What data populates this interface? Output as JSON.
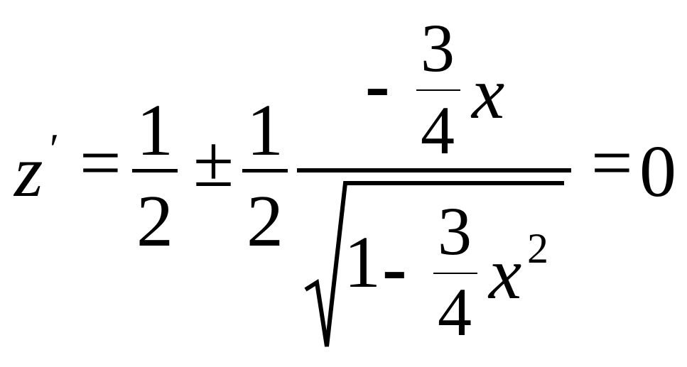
{
  "equation": {
    "lhs_var": "z",
    "prime": "′",
    "equals": "=",
    "half1": {
      "numerator": "1",
      "denominator": "2"
    },
    "plus_minus": "±",
    "half2": {
      "numerator": "1",
      "denominator": "2"
    },
    "big_fraction": {
      "numerator": {
        "minus": "-",
        "coef": {
          "numerator": "3",
          "denominator": "4"
        },
        "var": "x"
      },
      "denominator": {
        "one": "1",
        "minus": "-",
        "coef": {
          "numerator": "3",
          "denominator": "4"
        },
        "var": "x",
        "exponent": "2"
      }
    },
    "equals_rhs": "=",
    "rhs": "0"
  }
}
